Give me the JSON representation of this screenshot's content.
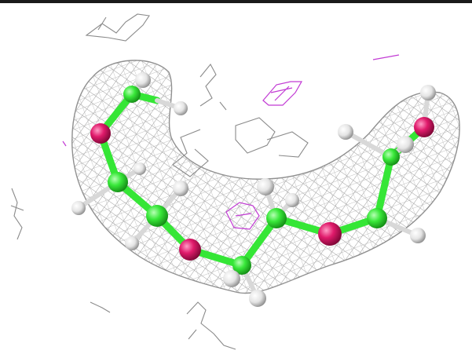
{
  "scene": {
    "background": "#ffffff",
    "colors": {
      "density_mesh": "#a9a9a9",
      "difference_map": "#c23bd4",
      "carbon_atom": "#39e83a",
      "oxygen_atom": "#e01a6b",
      "hydrogen_atom": "#e6e6e6",
      "bond_carbon": "#3cf03c",
      "top_border": "#1a1a1a"
    },
    "molecule": {
      "atom_types": [
        "carbon",
        "oxygen",
        "hydrogen"
      ],
      "representation": "ball-and-stick"
    },
    "maps": [
      "electron-density-mesh",
      "difference-density-mesh"
    ]
  }
}
